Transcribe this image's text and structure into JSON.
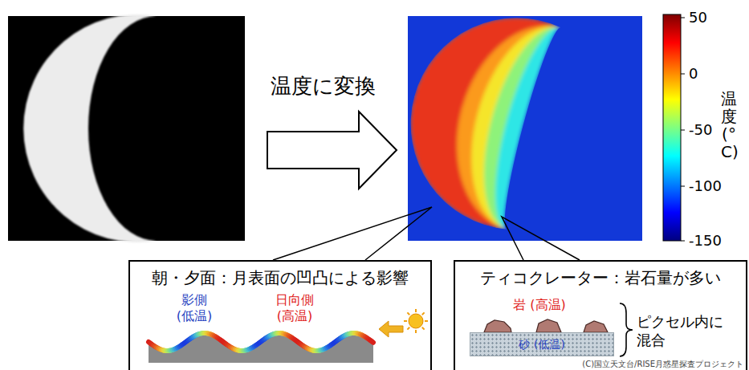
{
  "diagram": {
    "nodes": [
      {
        "text": [
          "朝・夕面：月表面の凹凸による影響",
          "影側 (低温)",
          "日向側 (高温)"
        ]
      },
      {
        "text": [
          "ティコクレーター：岩石量が多い",
          "岩 (高温)",
          "ピクセル内に 混合"
        ]
      },
      {
        "text": [
          "砂 (低温)"
        ],
        "in": 1
      }
    ],
    "labels": [
      "温度に変換",
      "50",
      "0",
      "-50",
      "-100",
      "-150",
      "温度 (°C)",
      "(C)国立天文台/RISE月惑星探査プロジェクト"
    ]
  }
}
